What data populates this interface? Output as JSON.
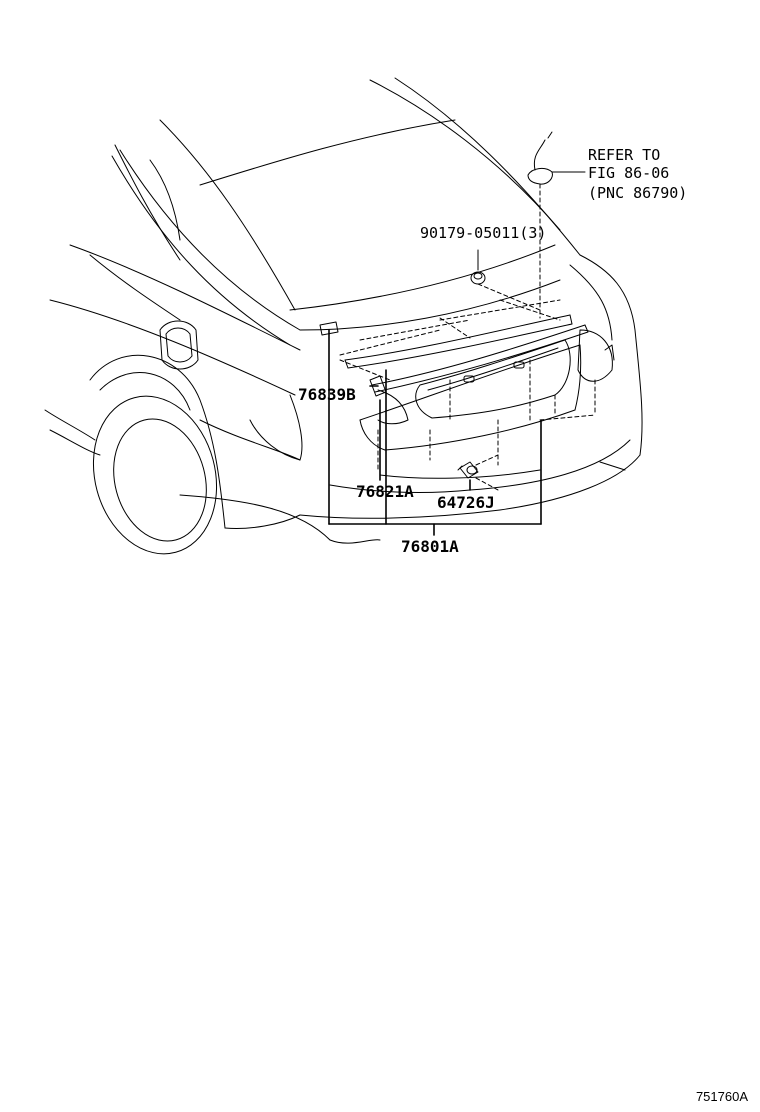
{
  "callouts": {
    "refer_line1": "REFER TO",
    "refer_line2": "FIG 86-06",
    "refer_line3": "(PNC 86790)",
    "part_90179": "90179-05011(3)",
    "part_76839b": "76839B",
    "part_76821a": "76821A",
    "part_64726j": "64726J",
    "part_76801a": "76801A"
  },
  "figure_id": "751760A",
  "colors": {
    "line": "#000000",
    "background": "#ffffff"
  }
}
